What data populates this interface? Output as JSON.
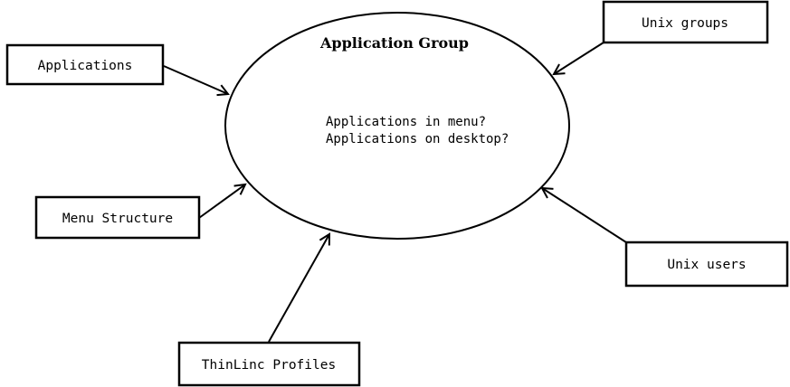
{
  "colors": {
    "stroke": "#000000",
    "background": "#ffffff",
    "text": "#000000"
  },
  "ellipse": {
    "title": "Application Group",
    "questions": [
      "Applications in menu?",
      "Applications on desktop?"
    ]
  },
  "nodes": [
    {
      "label": "Applications"
    },
    {
      "label": "Unix groups"
    },
    {
      "label": "Menu Structure"
    },
    {
      "label": "Unix users"
    },
    {
      "label": "ThinLinc Profiles"
    }
  ]
}
